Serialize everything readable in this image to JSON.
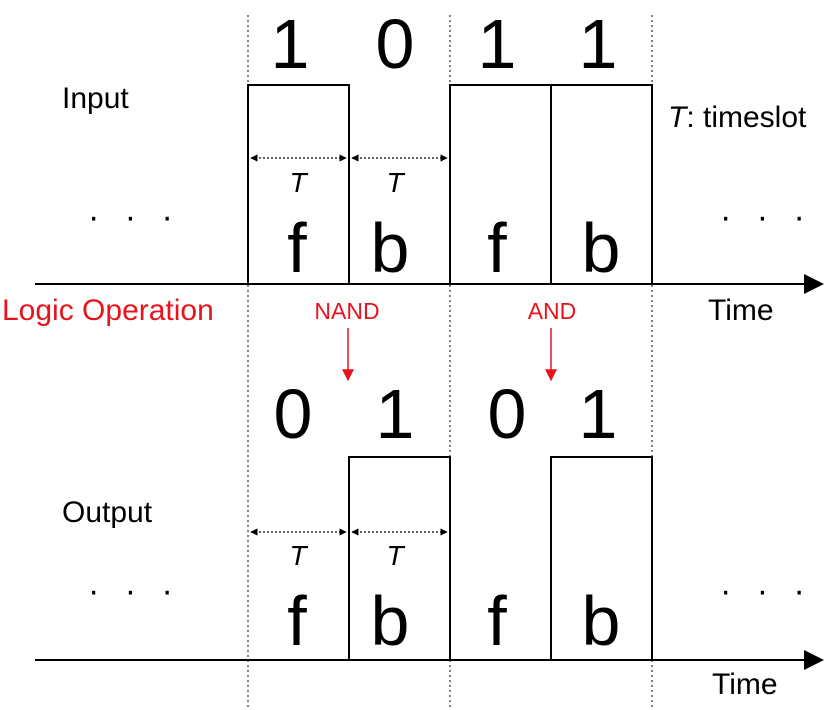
{
  "input": {
    "label": "Input",
    "bits": [
      "1",
      "0",
      "1",
      "1"
    ],
    "slot_letters": [
      "f",
      "b",
      "f",
      "b"
    ],
    "period_labels": [
      "T",
      "T"
    ],
    "ellipsis_left": "· · ·",
    "ellipsis_right": "· · ·",
    "axis_label": "Time"
  },
  "legend": {
    "t_symbol": "T",
    "t_text": ": timeslot"
  },
  "logic": {
    "label": "Logic Operation",
    "ops": [
      "NAND",
      "AND"
    ],
    "color": "#e8141c"
  },
  "output": {
    "label": "Output",
    "bits": [
      "0",
      "1",
      "0",
      "1"
    ],
    "slot_letters": [
      "f",
      "b",
      "f",
      "b"
    ],
    "period_labels": [
      "T",
      "T"
    ],
    "ellipsis_left": "· · ·",
    "ellipsis_right": "· · ·",
    "axis_label": "Time"
  }
}
